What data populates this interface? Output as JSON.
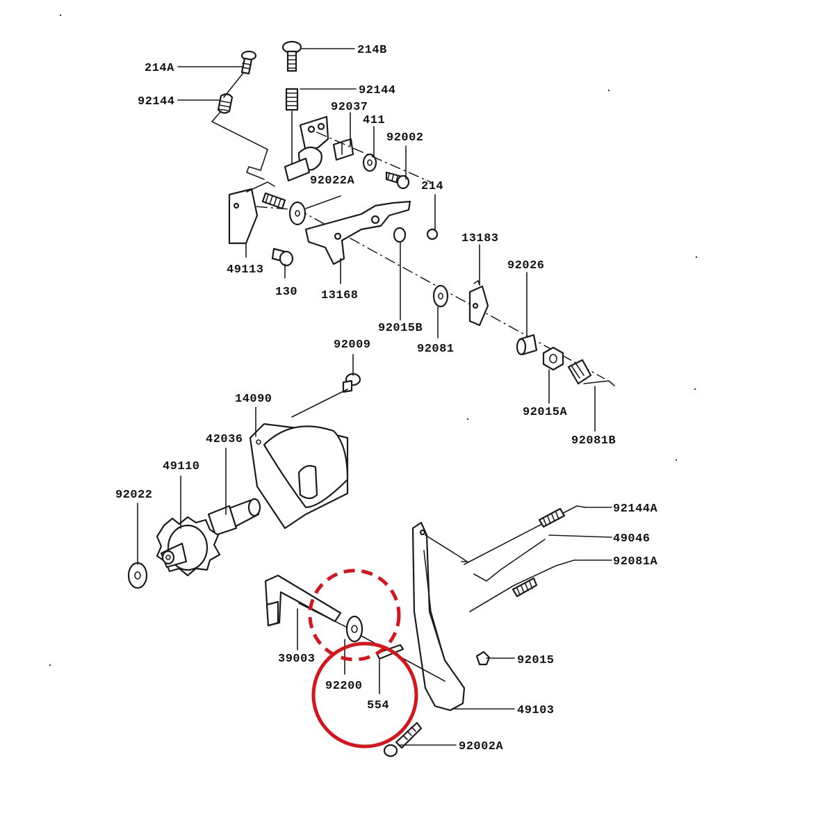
{
  "diagram": {
    "part_numbers": [
      {
        "id": "p214A",
        "text": "214A"
      },
      {
        "id": "p214B",
        "text": "214B"
      },
      {
        "id": "p92144a",
        "text": "92144"
      },
      {
        "id": "p92144b",
        "text": "92144"
      },
      {
        "id": "p92037",
        "text": "92037"
      },
      {
        "id": "p411",
        "text": "411"
      },
      {
        "id": "p92002",
        "text": "92002"
      },
      {
        "id": "p92022A",
        "text": "92022A"
      },
      {
        "id": "p214",
        "text": "214"
      },
      {
        "id": "p13183",
        "text": "13183"
      },
      {
        "id": "p92026",
        "text": "92026"
      },
      {
        "id": "p49113",
        "text": "49113"
      },
      {
        "id": "p130",
        "text": "130"
      },
      {
        "id": "p13168",
        "text": "13168"
      },
      {
        "id": "p92015B",
        "text": "92015B"
      },
      {
        "id": "p92081",
        "text": "92081"
      },
      {
        "id": "p92009",
        "text": "92009"
      },
      {
        "id": "p92015A",
        "text": "92015A"
      },
      {
        "id": "p92081B",
        "text": "92081B"
      },
      {
        "id": "p14090",
        "text": "14090"
      },
      {
        "id": "p42036",
        "text": "42036"
      },
      {
        "id": "p49110",
        "text": "49110"
      },
      {
        "id": "p92022",
        "text": "92022"
      },
      {
        "id": "p92144A",
        "text": "92144A"
      },
      {
        "id": "p49046",
        "text": "49046"
      },
      {
        "id": "p92081A",
        "text": "92081A"
      },
      {
        "id": "p39003",
        "text": "39003"
      },
      {
        "id": "p92200",
        "text": "92200"
      },
      {
        "id": "p554",
        "text": "554"
      },
      {
        "id": "p92015",
        "text": "92015"
      },
      {
        "id": "p49103",
        "text": "49103"
      },
      {
        "id": "p92002A",
        "text": "92002A"
      }
    ],
    "highlights": {
      "color": "#d7141a",
      "dashed_circle": "dashed",
      "solid_circle": "solid"
    }
  }
}
